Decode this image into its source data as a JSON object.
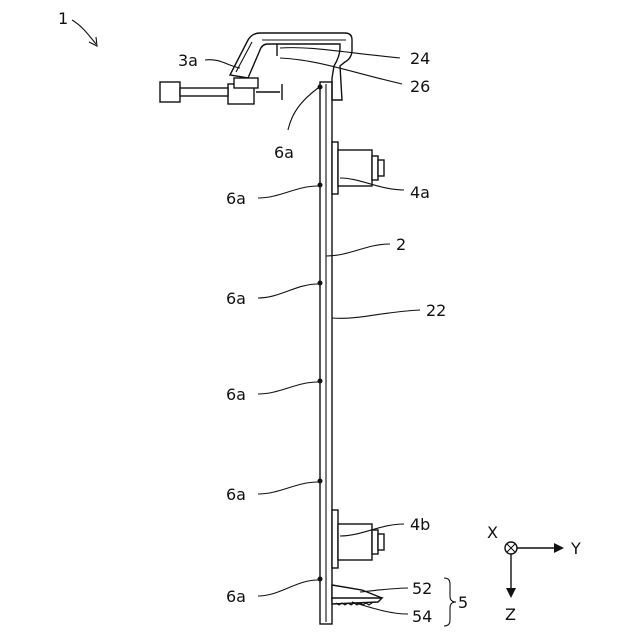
{
  "figure": {
    "label_main": "1",
    "parts": {
      "clamp": "3a",
      "clamp_arm": "24",
      "clamp_lip": "26",
      "rail": "2",
      "rail_face": "22",
      "knob_upper": "4a",
      "knob_lower": "4b",
      "foot_upper": "52",
      "foot_lower": "54",
      "foot_group": "5"
    },
    "pins": [
      "6a",
      "6a",
      "6a",
      "6a",
      "6a",
      "6a"
    ],
    "axes": {
      "x": "X",
      "y": "Y",
      "z": "Z"
    }
  }
}
